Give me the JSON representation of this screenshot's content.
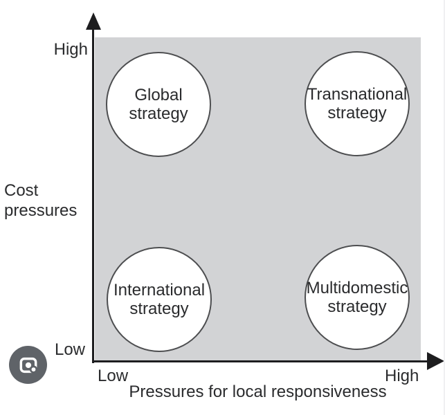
{
  "diagram": {
    "y_axis": {
      "title_line1": "Cost",
      "title_line2": "pressures",
      "top_label": "High",
      "bottom_label": "Low"
    },
    "x_axis": {
      "title": "Pressures for local responsiveness",
      "left_label": "Low",
      "right_label": "High"
    },
    "strategies": [
      {
        "position": "top-left",
        "name_line1": "Global",
        "name_line2": "strategy"
      },
      {
        "position": "top-right",
        "name_line1": "Transnational",
        "name_line2": "strategy"
      },
      {
        "position": "bottom-left",
        "name_line1": "International",
        "name_line2": "strategy"
      },
      {
        "position": "bottom-right",
        "name_line1": "Multidomestic",
        "name_line2": "strategy"
      }
    ],
    "colors": {
      "plot_background": "#d2d3d5",
      "axis": "#1d1d1f",
      "circle_fill": "#ffffff",
      "circle_border": "#4d4e50",
      "text": "#2a2b2d",
      "lens_button_background": "#5f6368"
    }
  },
  "overlay": {
    "lens_button_icon": "google-lens-icon"
  }
}
